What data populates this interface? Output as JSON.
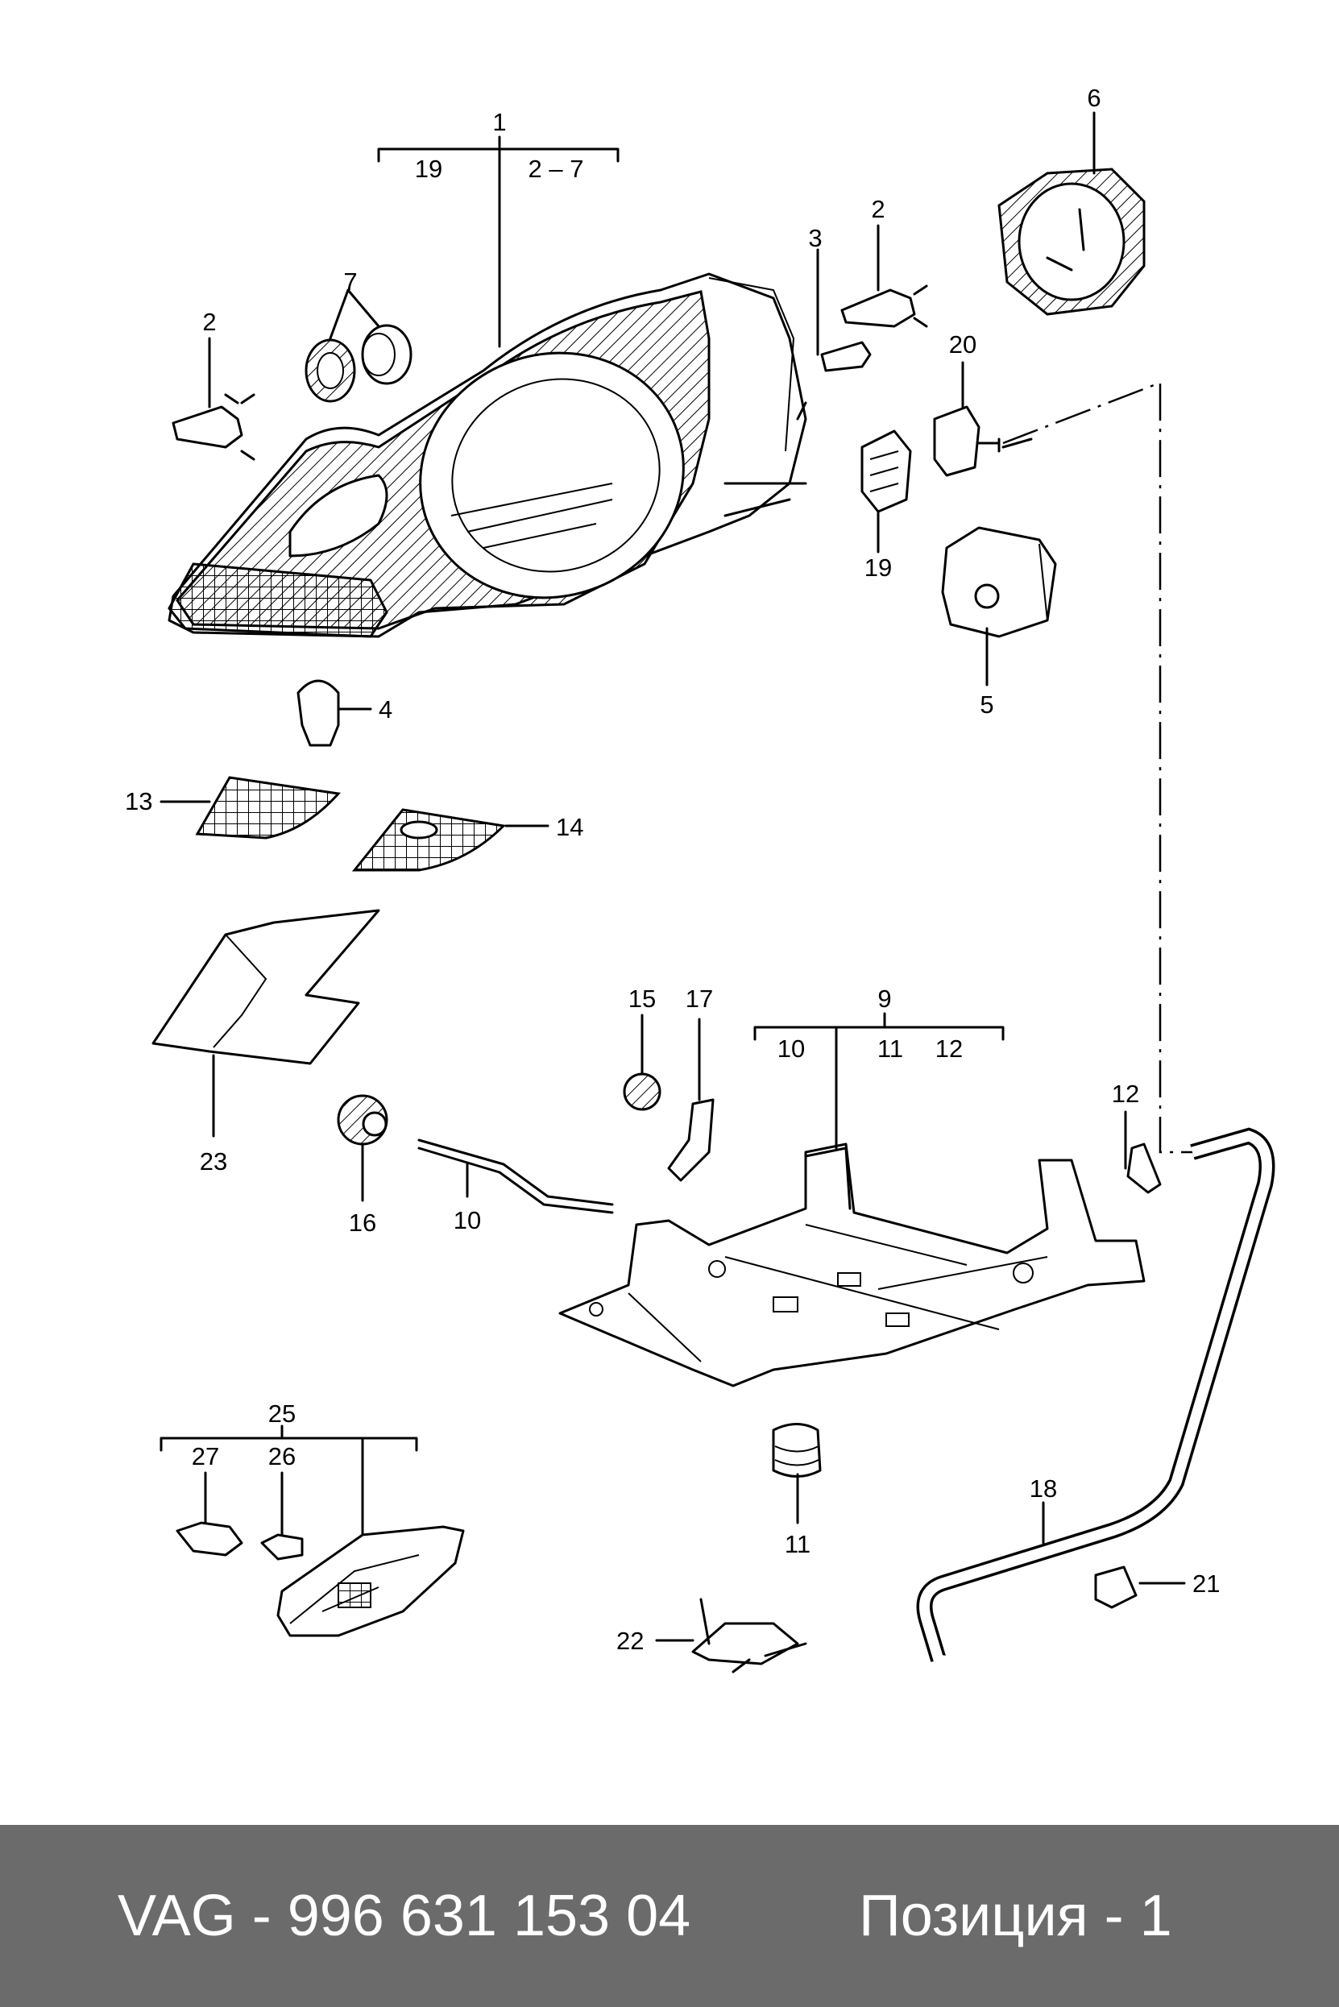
{
  "diagram": {
    "callouts": {
      "c1": "1",
      "c19a": "19",
      "c2_7": "2 – 7",
      "c2a": "2",
      "c7": "7",
      "c3": "3",
      "c2b": "2",
      "c6": "6",
      "c20": "20",
      "c19b": "19",
      "c5": "5",
      "c4": "4",
      "c13": "13",
      "c14": "14",
      "c23": "23",
      "c15": "15",
      "c17": "17",
      "c9": "9",
      "c10a": "10",
      "c11a": "11",
      "c12a": "12",
      "c12b": "12",
      "c16": "16",
      "c10b": "10",
      "c25": "25",
      "c27": "27",
      "c26": "26",
      "c11b": "11",
      "c18": "18",
      "c21": "21",
      "c22": "22"
    }
  },
  "footer": {
    "part_number": "VAG - 996 631 153 04",
    "position": "Позиция - 1"
  }
}
